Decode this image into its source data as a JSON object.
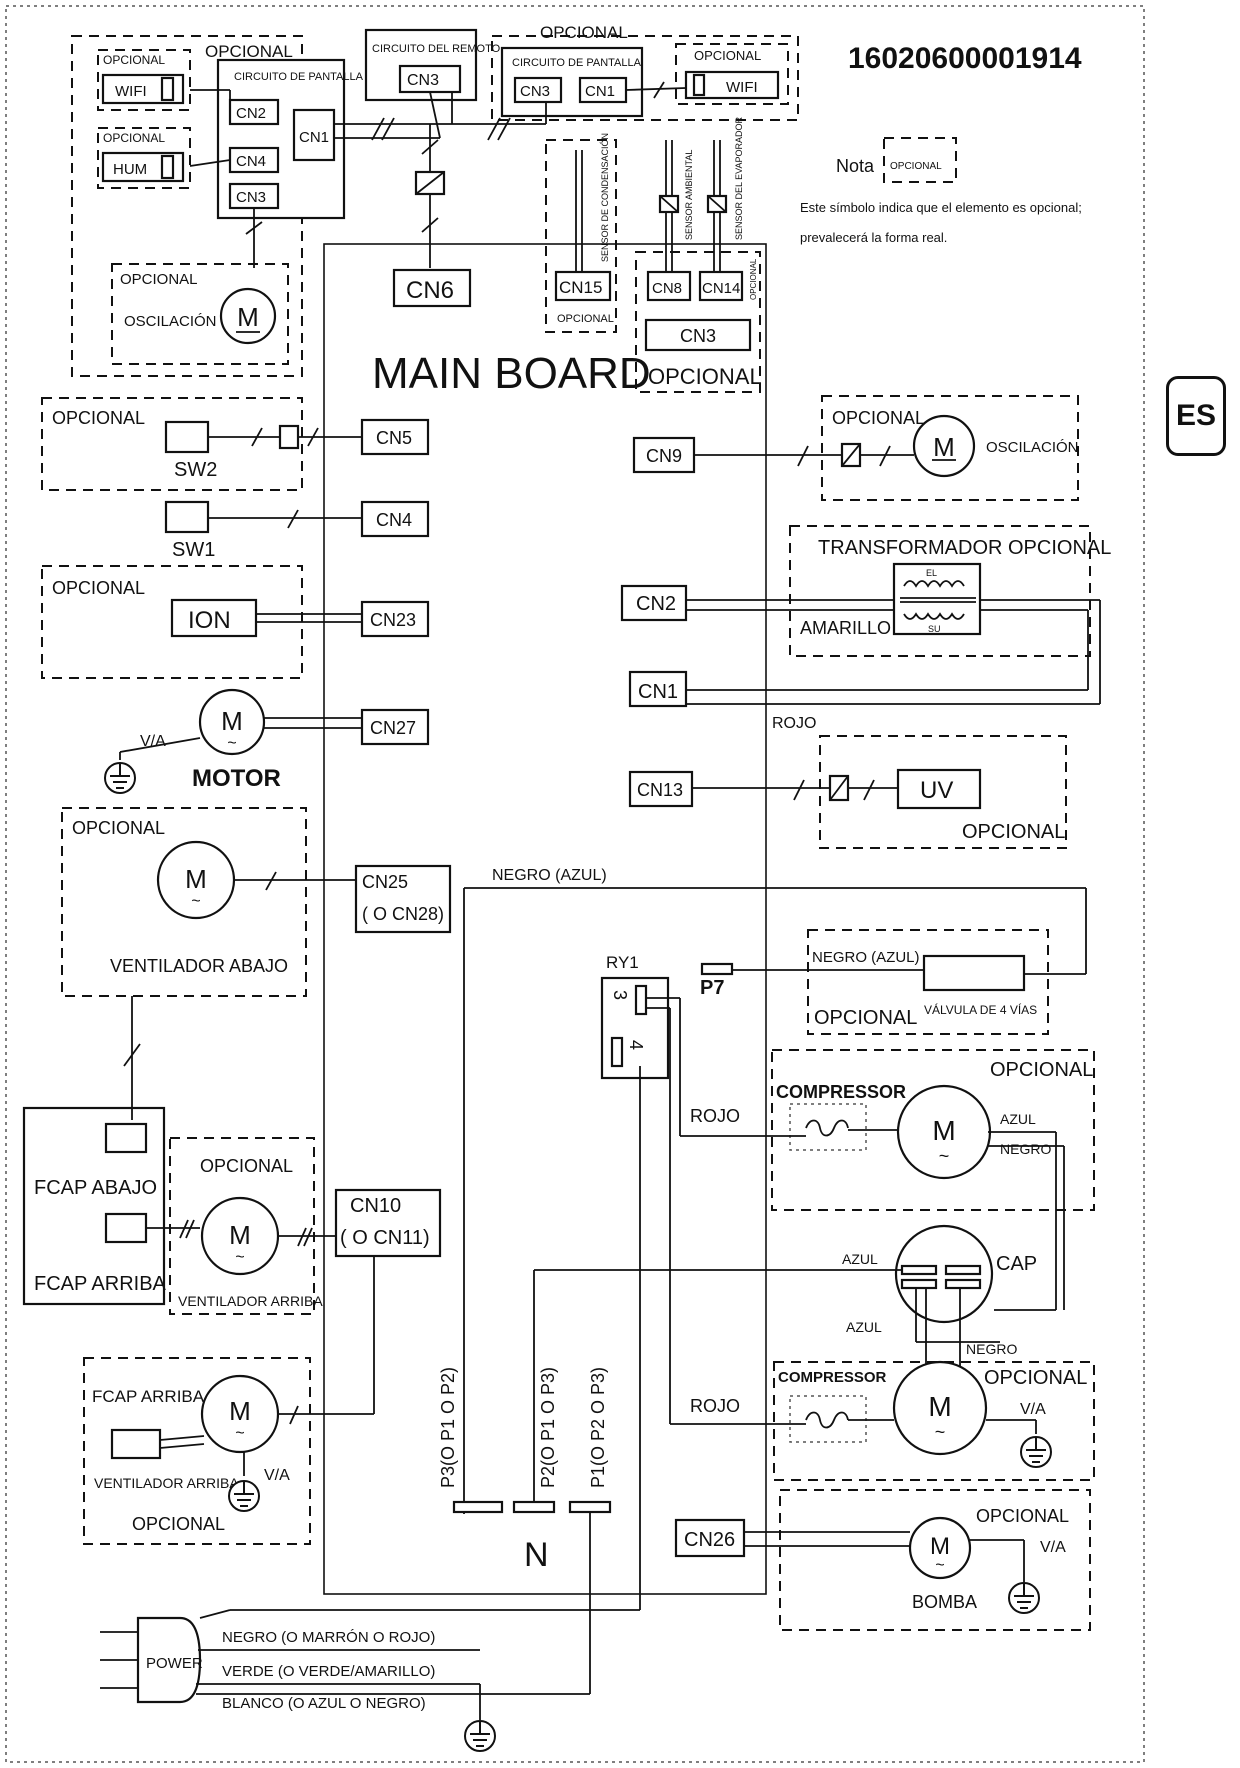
{
  "doc_number": "16020600001914",
  "lang_badge": "ES",
  "note": {
    "label": "Nota",
    "sample": "OPCIONAL",
    "line1": "Este símbolo indica que el elemento es opcional;",
    "line2": "prevalecerá la forma real."
  },
  "main_board": "MAIN BOARD",
  "opcional": "OPCIONAL",
  "wifi": "WIFI",
  "hum": "HUM",
  "circuito_pantalla": "CIRCUITO DE PANTALLA",
  "circuito_remoto": "CIRCUITO DEL REMOTO",
  "oscilacion": "OSCILACIÓN",
  "motor_symbol": "M",
  "connectors": {
    "cn1": "CN1",
    "cn2": "CN2",
    "cn3": "CN3",
    "cn4": "CN4",
    "cn5": "CN5",
    "cn6": "CN6",
    "cn8": "CN8",
    "cn9": "CN9",
    "cn13": "CN13",
    "cn14": "CN14",
    "cn15": "CN15",
    "cn23": "CN23",
    "cn25": "CN25",
    "cn25_alt": "( O CN28)",
    "cn26": "CN26",
    "cn27": "CN27",
    "cn10": "CN10",
    "cn10_alt": "( O CN11)"
  },
  "sensors": {
    "condensacion": "SENSOR DE CONDENSACIÓN",
    "ambiental": "SENSOR AMBIENTAL",
    "evaporador": "SENSOR DEL EVAPORADOR"
  },
  "sw1": "SW1",
  "sw2": "SW2",
  "ion": "ION",
  "motor": "MOTOR",
  "va": "V/A",
  "ventilador_abajo": "VENTILADOR ABAJO",
  "ventilador_arriba": "VENTILADOR ARRIBA",
  "fcap_abajo": "FCAP ABAJO",
  "fcap_arriba": "FCAP ARRIBA",
  "transformador": "TRANSFORMADOR  OPCIONAL",
  "amarillo": "AMARILLO",
  "el": "EL",
  "su": "SU",
  "rojo": "ROJO",
  "uv": "UV",
  "negro_azul": "NEGRO (AZUL)",
  "ry1": "RY1",
  "ry1_pin3": "3",
  "ry1_pin4": "4",
  "p7": "P7",
  "valvula": "VÁLVULA DE 4 VÍAS",
  "compressor": "COMPRESSOR",
  "azul": "AZUL",
  "negro": "NEGRO",
  "cap": "CAP",
  "bomba": "BOMBA",
  "terminals": {
    "p3": "P3(O P1 O P2)",
    "p2": "P2(O P1 O P3)",
    "p1": "P1(O P2 O P3)",
    "n": "N"
  },
  "power": {
    "label": "POWER",
    "line_negro": "NEGRO (O MARRÓN O ROJO)",
    "line_verde": "VERDE (O VERDE/AMARILLO)",
    "line_blanco": "BLANCO (O AZUL O NEGRO)"
  }
}
